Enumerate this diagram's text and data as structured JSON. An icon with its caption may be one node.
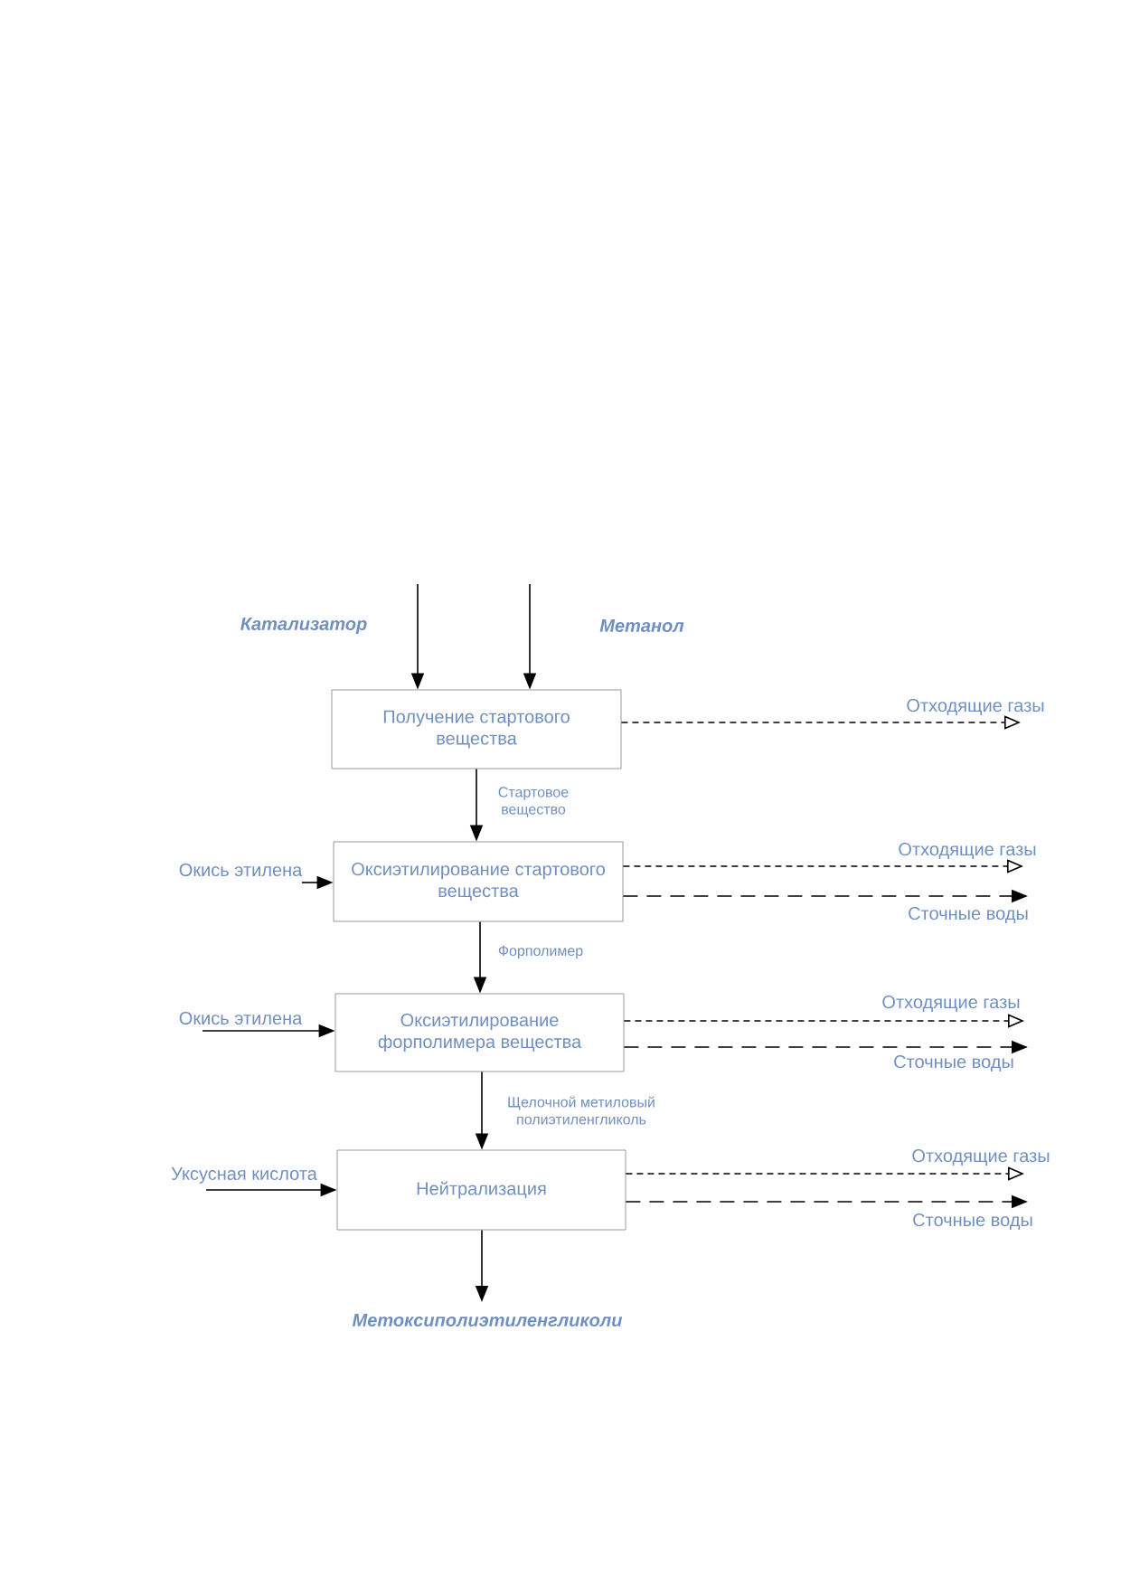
{
  "diagram": {
    "nodes": [
      {
        "text": [
          "Получение стартового вещества"
        ]
      },
      {
        "text": [
          "Оксиэтилирование стартового вещества"
        ]
      },
      {
        "text": [
          "Оксиэтилирование форполимера вещества"
        ]
      },
      {
        "text": [
          "Нейтрализация"
        ]
      }
    ],
    "edges": [
      {
        "from": null,
        "to": 0,
        "arrow": "to",
        "label": "Катализатор"
      },
      {
        "from": null,
        "to": 0,
        "arrow": "to",
        "label": "Метанол"
      },
      {
        "from": 0,
        "to": null,
        "arrow": "to",
        "style": "dashed",
        "label": "Отходящие газы"
      },
      {
        "from": 0,
        "to": 1,
        "arrow": "to",
        "label": "Стартовое вещество"
      },
      {
        "from": null,
        "to": 1,
        "arrow": "to",
        "label": "Окись этилена"
      },
      {
        "from": 1,
        "to": null,
        "arrow": "to",
        "style": "dashed",
        "label": "Отходящие газы"
      },
      {
        "from": 1,
        "to": null,
        "arrow": "to",
        "style": "dashed",
        "label": "Сточные воды"
      },
      {
        "from": 1,
        "to": 2,
        "arrow": "to",
        "label": "Форполимер"
      },
      {
        "from": null,
        "to": 2,
        "arrow": "to",
        "label": "Окись этилена"
      },
      {
        "from": 2,
        "to": null,
        "arrow": "to",
        "style": "dashed",
        "label": "Отходящие газы"
      },
      {
        "from": 2,
        "to": null,
        "arrow": "to",
        "style": "dashed",
        "label": "Сточные воды"
      },
      {
        "from": 2,
        "to": 3,
        "arrow": "to",
        "label": "Щелочной метиловый полиэтиленгликоль"
      },
      {
        "from": null,
        "to": 3,
        "arrow": "to",
        "label": "Уксусная кислота"
      },
      {
        "from": 3,
        "to": null,
        "arrow": "to",
        "style": "dashed",
        "label": "Отходящие газы"
      },
      {
        "from": 3,
        "to": null,
        "arrow": "to",
        "style": "dashed",
        "label": "Сточные воды"
      },
      {
        "from": 3,
        "to": null,
        "arrow": "to",
        "label": "Метоксиполиэтиленгликоли"
      }
    ]
  }
}
